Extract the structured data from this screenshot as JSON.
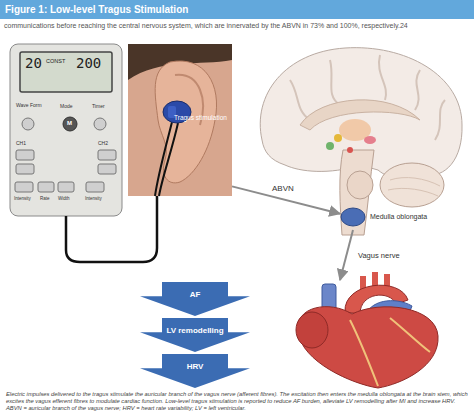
{
  "diagram": {
    "title": "Figure 1: Low-level Tragus Stimulation",
    "caption": "Electric impulses delivered to the tragus stimulate the auricular branch of the vagus nerve (afferent fibres). The excitation then enters the medulla oblongata at the brain stem, which excites the vagus efferent fibres to modulate cardiac function. Low-level tragus stimulation is reported to reduce AF burden, alleviate LV remodelling after MI and increase HRV. ABVN = auricular branch of the vagus nerve; HRV = heart rate variability; LV = left ventricular.",
    "nodes": [
      {
        "text": [
          "Tragus stimulation"
        ]
      },
      {
        "text": [
          "Medulla oblongata"
        ]
      },
      {
        "text": [
          "AF"
        ]
      },
      {
        "text": [
          "LV remodelling"
        ]
      },
      {
        "text": [
          "HRV"
        ]
      }
    ],
    "edges": [
      {
        "from": 0,
        "to": 1,
        "arrow": "to",
        "label": "ABVN"
      }
    ],
    "labels": [
      "communications before reaching the central nervous system, which are innervated by the ABVN in 73% and 100%, respectively.24",
      "Vagus nerve",
      "20",
      "CONST",
      "200",
      "Wave Form",
      "Mode",
      "Timer",
      "M",
      "CH1",
      "CH2",
      "Intensity",
      "Rate",
      "Width",
      "Intensity"
    ]
  }
}
